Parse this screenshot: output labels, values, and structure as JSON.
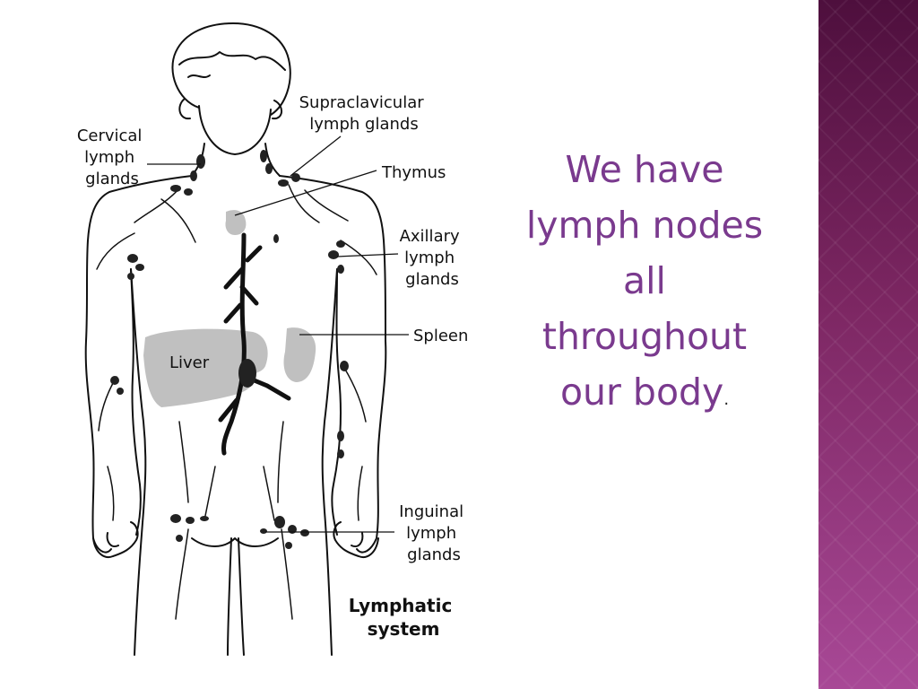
{
  "slide": {
    "headline": {
      "lines": [
        "We have",
        "lymph nodes",
        "all",
        "throughout",
        "our body"
      ],
      "trailing": "."
    },
    "colors": {
      "headline": "#7a3a8e",
      "side_panel_top": "#4e0f3d",
      "side_panel_bottom": "#a84896"
    }
  },
  "diagram": {
    "labels": {
      "cervical": [
        "Cervical",
        "lymph",
        "glands"
      ],
      "supraclavicular": [
        "Supraclavicular",
        "lymph glands"
      ],
      "thymus": "Thymus",
      "axillary": [
        "Axillary",
        "lymph",
        "glands"
      ],
      "spleen": "Spleen",
      "liver": "Liver",
      "inguinal": [
        "Inguinal",
        "lymph",
        "glands"
      ]
    },
    "caption": [
      "Lymphatic",
      "system"
    ]
  }
}
